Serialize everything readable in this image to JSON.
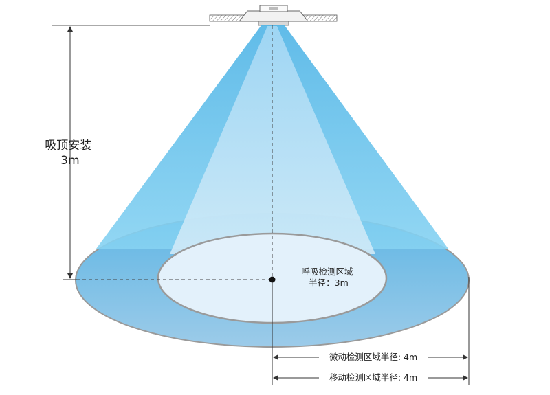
{
  "mount": {
    "line1": "吸顶安装",
    "line2": "3m"
  },
  "breathing_zone": {
    "line1": "呼吸检测区域",
    "line2": "半径：3m"
  },
  "micro_motion_label": "微动检测区域半径: 4m",
  "motion_label": "移动检测区域半径: 4m",
  "colors": {
    "outer_fill": "#7fc2e6",
    "inner_fill": "#e3f1fb",
    "cone_outer": "#6ec4ea",
    "cone_inner": "#b9def4",
    "outline": "#9a9a9a",
    "line": "#333333"
  }
}
